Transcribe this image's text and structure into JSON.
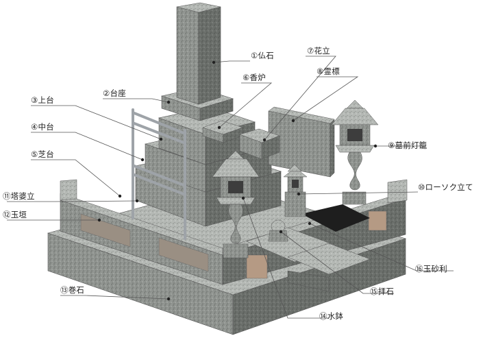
{
  "diagram": {
    "stone_color": "#8d918d",
    "line_color": "#555555",
    "labels": [
      {
        "id": "butsuseki",
        "text": "①仏石"
      },
      {
        "id": "daiza",
        "text": "②台座"
      },
      {
        "id": "jodai",
        "text": "③上台"
      },
      {
        "id": "nakadai",
        "text": "④中台"
      },
      {
        "id": "shibadai",
        "text": "⑤芝台"
      },
      {
        "id": "koro",
        "text": "⑥香炉"
      },
      {
        "id": "hanatate",
        "text": "⑦花立"
      },
      {
        "id": "reihyo",
        "text": "⑧霊標"
      },
      {
        "id": "bozen-toro",
        "text": "⑨墓前灯籠"
      },
      {
        "id": "rosoku-tate",
        "text": "⑩ローソク立て"
      },
      {
        "id": "tobatate",
        "text": "⑪塔婆立"
      },
      {
        "id": "tamagaki",
        "text": "⑫玉垣"
      },
      {
        "id": "makiishi",
        "text": "⑬巻石"
      },
      {
        "id": "mizubachi",
        "text": "⑭水鉢"
      },
      {
        "id": "haiseki",
        "text": "⑮拝石"
      },
      {
        "id": "tamajari",
        "text": "⑯玉砂利"
      }
    ]
  }
}
